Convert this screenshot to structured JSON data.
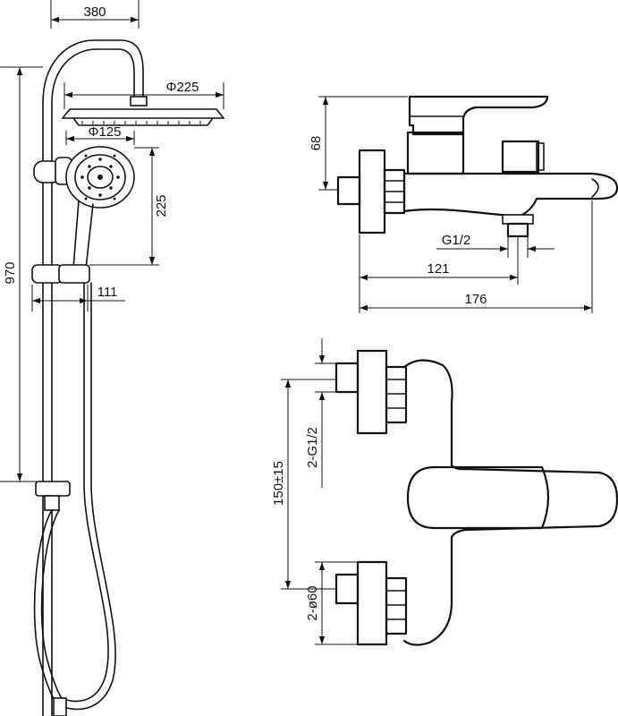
{
  "shower_column": {
    "dim_width": "380",
    "dim_head_diameter": "Φ225",
    "dim_hand_diameter": "Φ125",
    "dim_holder_spacing": "225",
    "dim_total_height": "970",
    "dim_hand_offset": "111"
  },
  "mixer_side_view": {
    "dim_height": "68",
    "dim_thread": "G1/2",
    "dim_spout_outlet": "121",
    "dim_total_length": "176"
  },
  "mixer_front_view": {
    "dim_centers": "150±15",
    "dim_inlet_thread": "2-G1/2",
    "dim_flange": "2-ø60"
  }
}
